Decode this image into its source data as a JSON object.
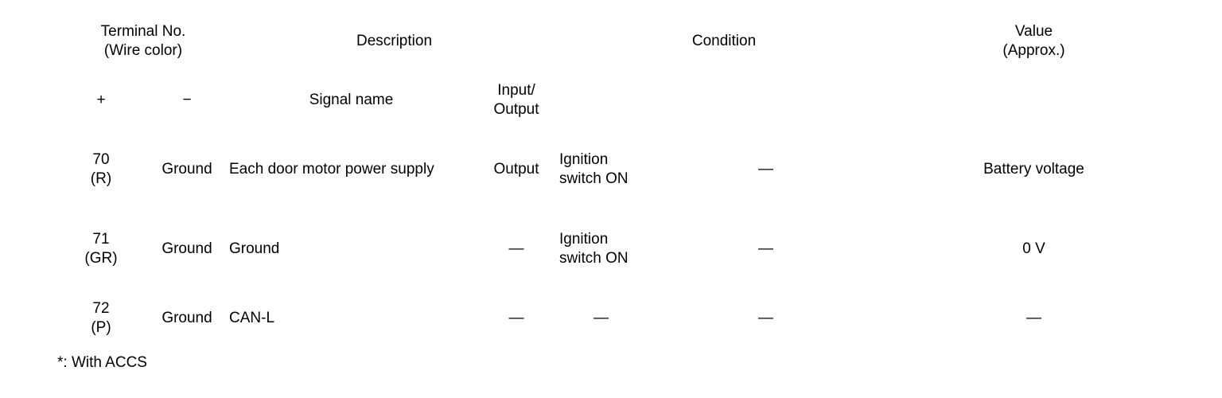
{
  "table": {
    "header": {
      "terminal_no": "Terminal No.\n(Wire color)",
      "terminal_plus": "+",
      "terminal_minus": "−",
      "description": "Description",
      "signal_name": "Signal name",
      "input_output": "Input/\nOutput",
      "condition": "Condition",
      "value": "Value\n(Approx.)"
    },
    "rows": [
      {
        "terminal": "70\n(R)",
        "minus": "Ground",
        "signal_name": "Each door motor power supply",
        "input_output": "Output",
        "condition_a": "Ignition switch ON",
        "condition_b": "—",
        "value": "Battery voltage"
      },
      {
        "terminal": "71\n(GR)",
        "minus": "Ground",
        "signal_name": "Ground",
        "input_output": "—",
        "condition_a": "Ignition switch ON",
        "condition_b": "—",
        "value": "0 V"
      },
      {
        "terminal": "72\n(P)",
        "minus": "Ground",
        "signal_name": "CAN-L",
        "input_output": "—",
        "condition_a": "—",
        "condition_b": "—",
        "value": "—"
      }
    ]
  },
  "footnote": "*: With ACCS",
  "colors": {
    "text": "#000000",
    "rule": "#000000",
    "background": "#ffffff"
  }
}
